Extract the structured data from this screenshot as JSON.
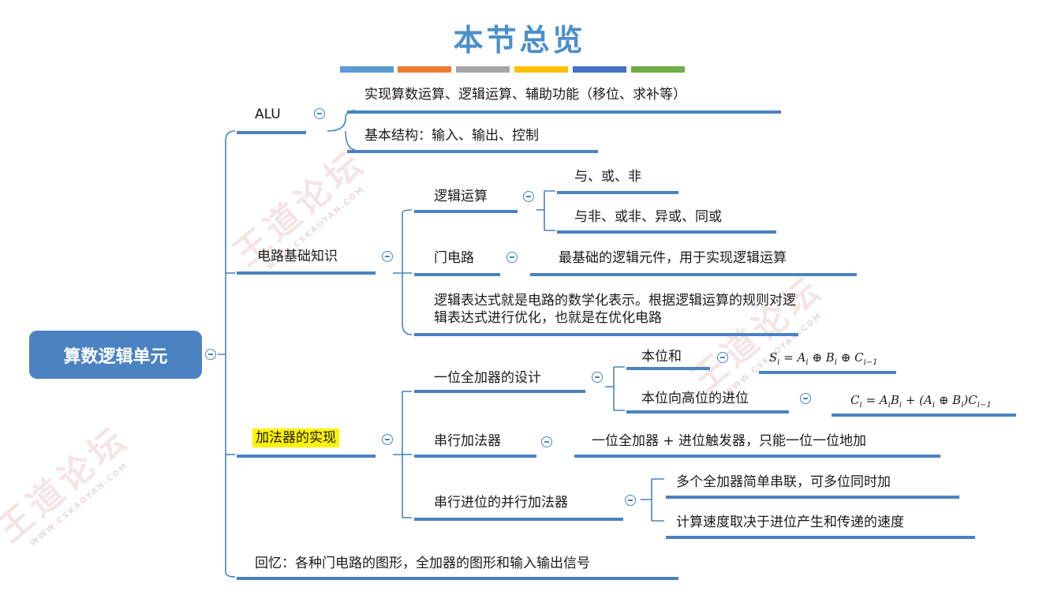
{
  "title": "本节总览",
  "palette": [
    "#5b9bd5",
    "#ed7d31",
    "#a5a5a5",
    "#ffc000",
    "#4472c4",
    "#70ad47"
  ],
  "watermark": {
    "text": "王道论坛",
    "site": "WWW.CSKAOYAN.COM"
  },
  "root": "算数逻辑单元",
  "alu": {
    "label": "ALU",
    "items": [
      "实现算数运算、逻辑运算、辅助功能（移位、求补等）",
      "基本结构：输入、输出、控制"
    ]
  },
  "circuit": {
    "label": "电路基础知识",
    "logic_ops": {
      "label": "逻辑运算",
      "items": [
        "与、或、非",
        "与非、或非、异或、同或"
      ]
    },
    "gate": {
      "label": "门电路",
      "desc": "最基础的逻辑元件，用于实现逻辑运算"
    },
    "expression": "逻辑表达式就是电路的数学化表示。根据逻辑运算的规则对逻辑表达式进行优化，也就是在优化电路"
  },
  "adder": {
    "label": "加法器的实现",
    "full_adder": {
      "label": "一位全加器的设计",
      "sum_label": "本位和",
      "sum_formula": "S_i = A_i ⊕ B_i ⊕ C_{i−1}",
      "carry_label": "本位向高位的进位",
      "carry_formula": "C_i = A_iB_i + (A_i ⊕ B_i)C_{i−1}"
    },
    "serial": {
      "label": "串行加法器",
      "desc": "一位全加器 + 进位触发器，只能一位一位地加"
    },
    "parallel": {
      "label": "串行进位的并行加法器",
      "items": [
        "多个全加器简单串联，可多位同时加",
        "计算速度取决于进位产生和传递的速度"
      ]
    }
  },
  "recall": "回忆：各种门电路的图形，全加器的图形和输入输出信号"
}
